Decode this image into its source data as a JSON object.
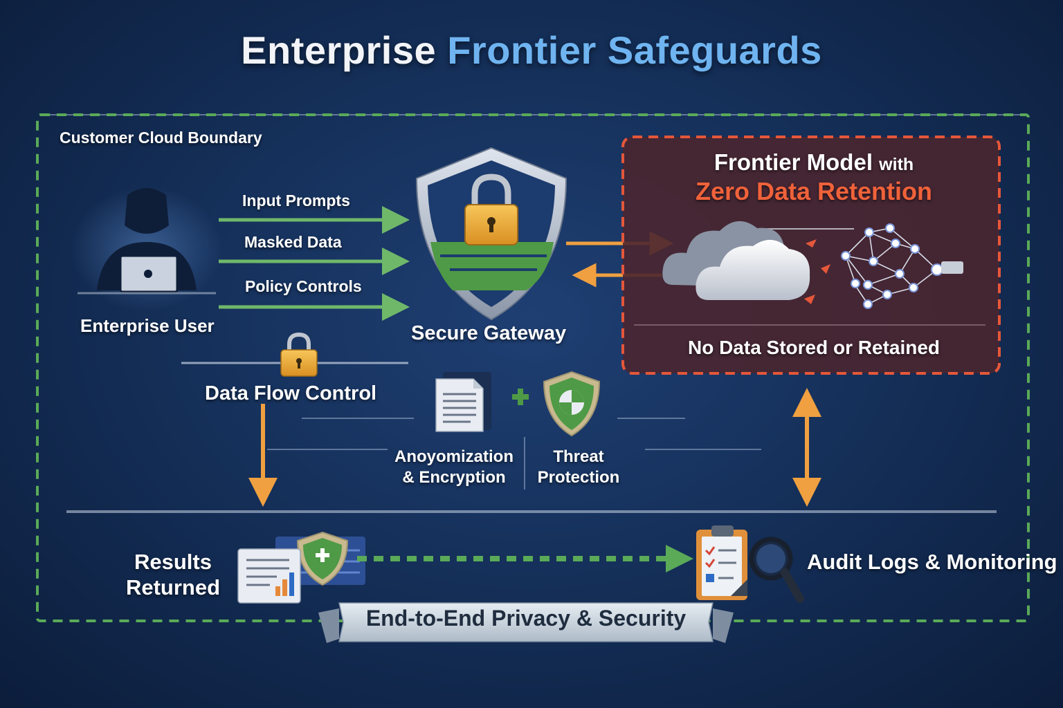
{
  "title": {
    "part1": "Enterprise",
    "part2": "Frontier Safeguards"
  },
  "boundary": {
    "label": "Customer Cloud Boundary"
  },
  "user": {
    "label": "Enterprise User"
  },
  "inputs": [
    {
      "label": "Input Prompts"
    },
    {
      "label": "Masked Data"
    },
    {
      "label": "Policy Controls"
    }
  ],
  "gateway": {
    "label": "Secure Gateway"
  },
  "model": {
    "title": "Frontier Model",
    "title_with": "with",
    "subtitle": "Zero Data Retention",
    "footer": "No Data Stored or Retained"
  },
  "flow": {
    "label": "Data Flow Control"
  },
  "anonymization": {
    "label": "Anoyomization & Encryption"
  },
  "threat": {
    "label": "Threat Protection"
  },
  "results": {
    "label": "Results Returned"
  },
  "audit": {
    "label": "Audit Logs & Monitoring"
  },
  "banner": {
    "label": "End-to-End Privacy & Security"
  },
  "colors": {
    "background": "#15305a",
    "title_accent": "#6fb4f0",
    "boundary_dash": "#5aaa58",
    "input_arrow": "#6fb86a",
    "flow_arrow": "#f0a040",
    "model_border": "#e5573a",
    "model_fill": "#4a2630",
    "retention_text": "#f0623a",
    "lock_gold": "#f2b13c"
  },
  "icons": [
    "user-laptop-icon",
    "shield-lock-icon",
    "padlock-icon",
    "cloud-icon",
    "neural-network-icon",
    "document-icon",
    "plus-icon",
    "threat-shield-icon",
    "report-chart-icon",
    "clipboard-checklist-icon",
    "magnifier-icon"
  ]
}
